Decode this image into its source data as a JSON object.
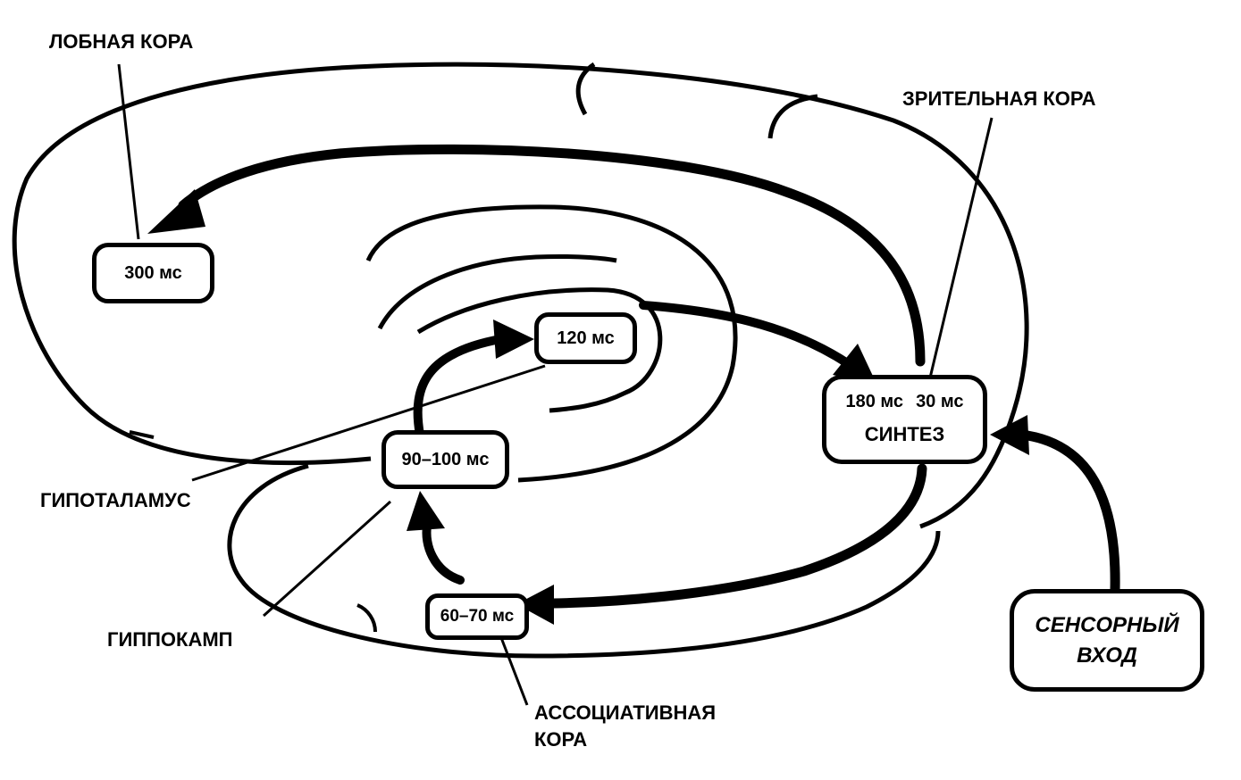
{
  "nodes": {
    "frontal": "300 мс",
    "n120": "120 мс",
    "synth_a": "180 мс",
    "synth_b": "30 мс",
    "synth_c": "СИНТЕЗ",
    "n90": "90–100 мс",
    "n60": "60–70 мс",
    "sensory_1": "СЕНСОРНЫЙ",
    "sensory_2": "ВХОД"
  },
  "labels": {
    "frontal_cortex": "ЛОБНАЯ КОРА",
    "visual_cortex": "ЗРИТЕЛЬНАЯ КОРА",
    "hypothalamus": "ГИПОТАЛАМУС",
    "hippocampus": "ГИППОКАМП",
    "assoc_1": "АССОЦИАТИВНАЯ",
    "assoc_2": "КОРА"
  }
}
